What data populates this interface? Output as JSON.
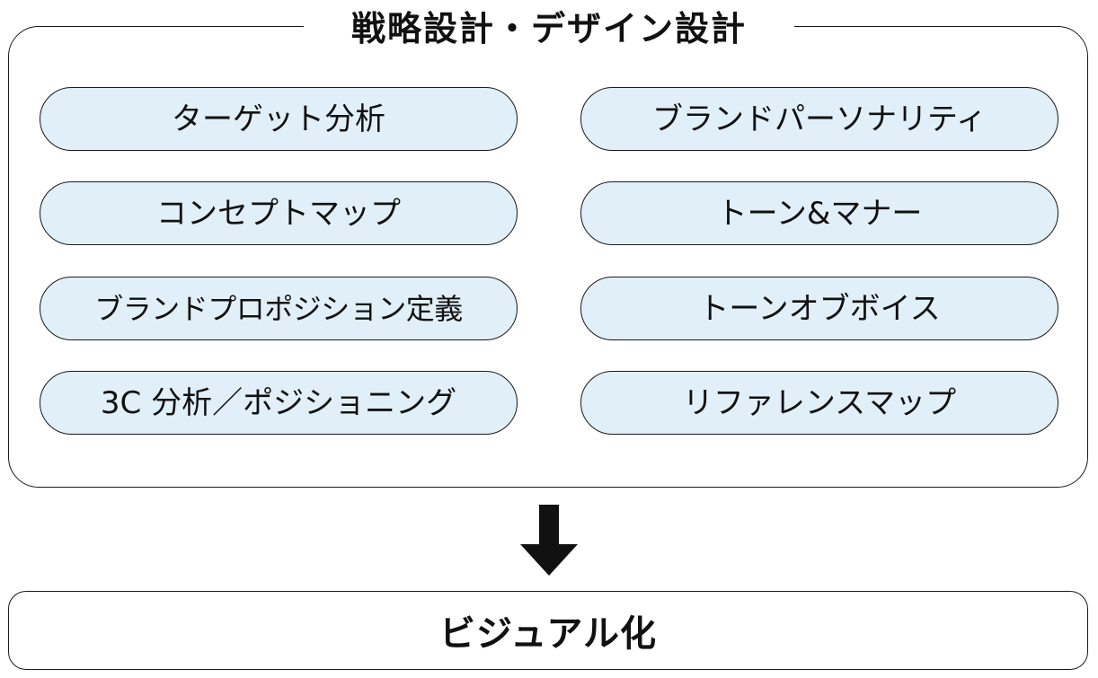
{
  "group": {
    "title": "戦略設計・デザイン設計",
    "left_items": [
      "ターゲット分析",
      "コンセプトマップ",
      "ブランドプロポジション定義",
      "3C 分析／ポジショニング"
    ],
    "right_items": [
      "ブランドパーソナリティ",
      "トーン&マナー",
      "トーンオブボイス",
      "リファレンスマップ"
    ]
  },
  "arrow": {
    "direction": "down",
    "icon": "down-arrow-icon"
  },
  "result": {
    "label": "ビジュアル化"
  },
  "colors": {
    "pill_fill": "#e1eff8",
    "stroke": "#1a1a1a",
    "arrow": "#111111"
  }
}
